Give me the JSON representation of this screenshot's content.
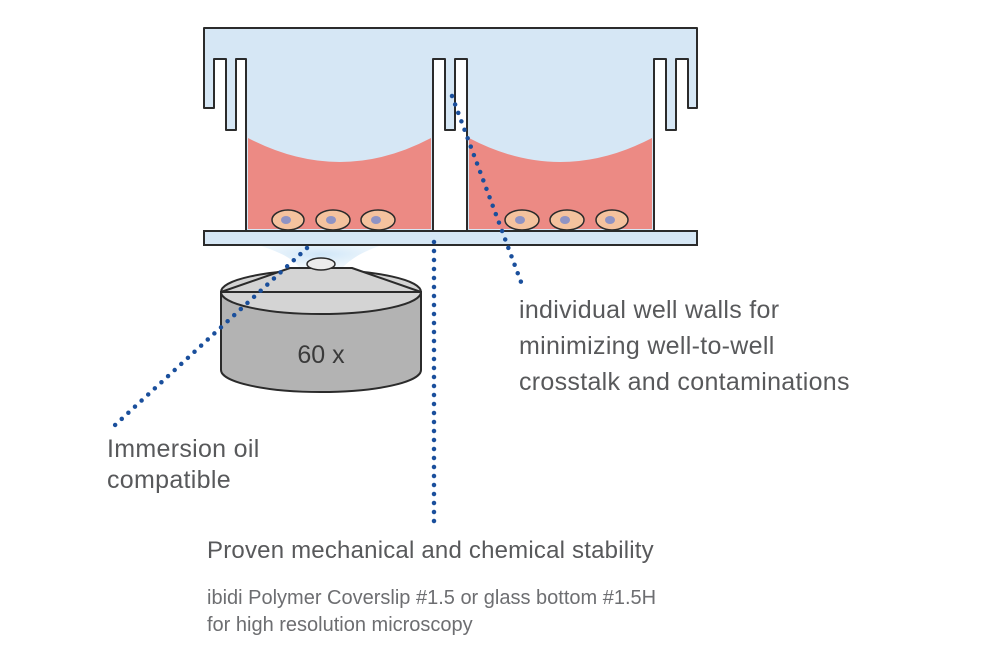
{
  "objective": {
    "magnification": "60 x"
  },
  "labels": {
    "wells": {
      "lines": [
        "individual well walls for",
        "minimizing well-to-well",
        "crosstalk and contaminations"
      ]
    },
    "oil": {
      "lines": [
        "Immersion oil",
        "compatible"
      ]
    },
    "stability": {
      "title": "Proven mechanical and chemical stability"
    },
    "coverslip": {
      "lines": [
        "ibidi Polymer Coverslip #1.5 or glass bottom #1.5H",
        "for high resolution microscopy"
      ]
    }
  },
  "colors": {
    "plastic_fill": "#d6e7f5",
    "plastic_stroke": "#2b2b2b",
    "medium": "#ec8a84",
    "cell_body": "#f4c29e",
    "cell_nucleus": "#8f93c4",
    "objective_body": "#b3b3b3",
    "objective_top": "#d4d4d4",
    "leader_dots": "#1a4f9c",
    "text": "#58595b"
  }
}
